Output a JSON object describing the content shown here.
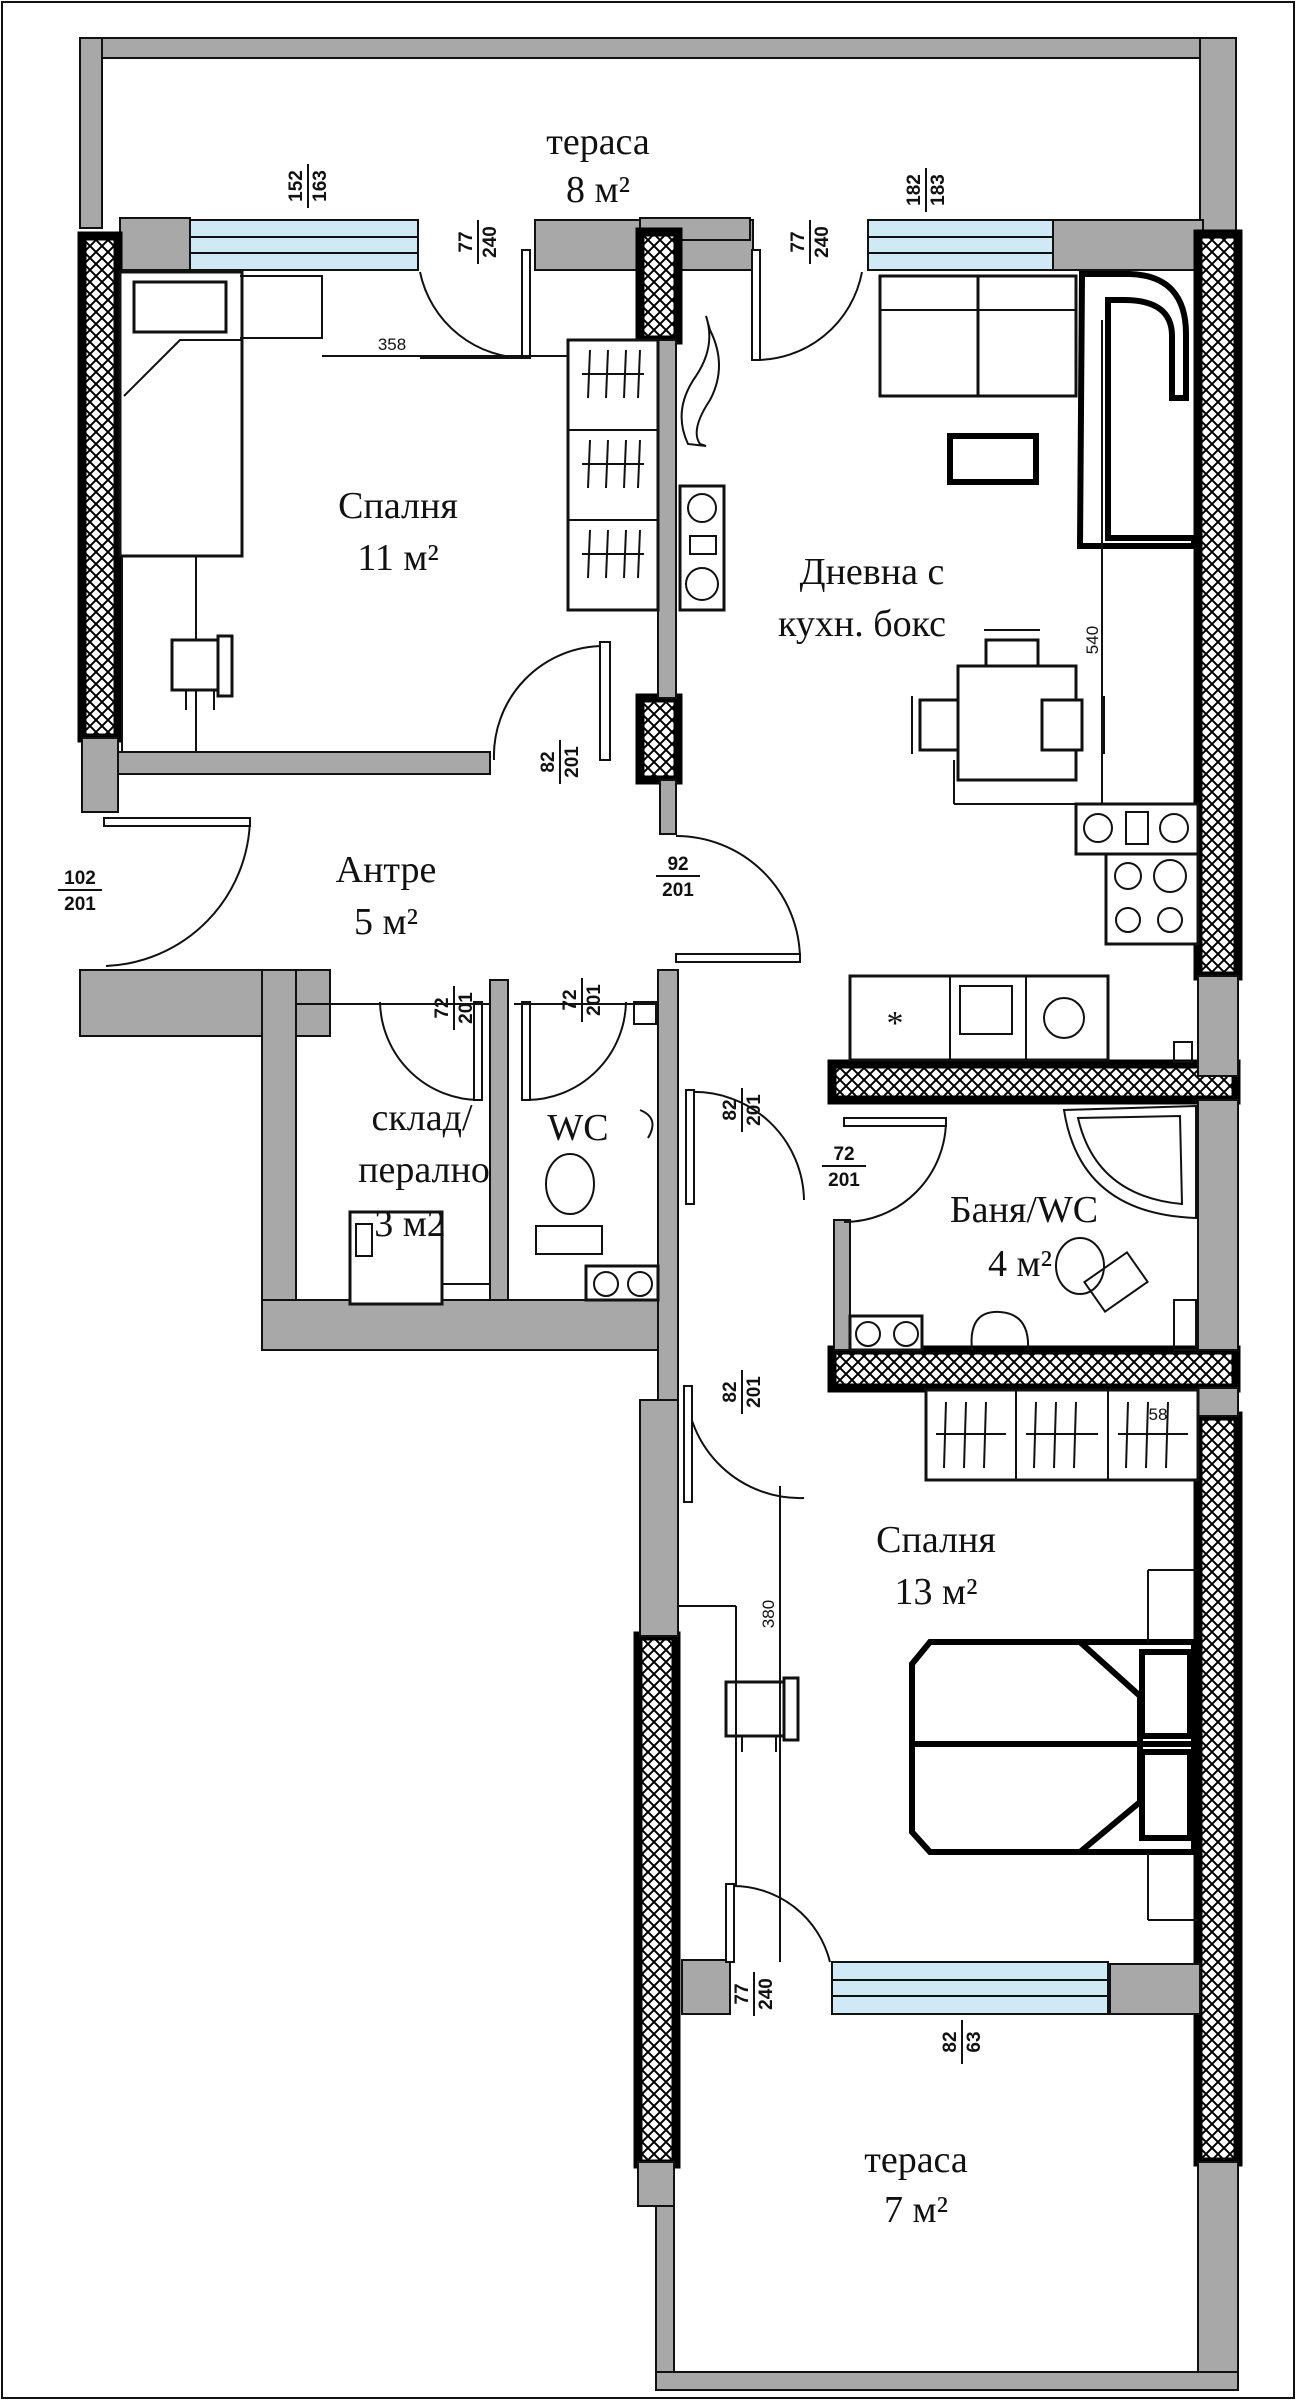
{
  "rooms": {
    "terrace_top": {
      "name": "тераса",
      "area": "8 м²"
    },
    "bedroom_1": {
      "name": "Спалня",
      "area": "11 м²"
    },
    "living": {
      "line1": "Дневна с",
      "line2": "кухн. бокс"
    },
    "hall": {
      "name": "Антре",
      "area": "5 м²"
    },
    "storage": {
      "line1": "склад/",
      "line2": "перално",
      "area": "3 м2"
    },
    "wc": {
      "name": "WC"
    },
    "bathroom": {
      "name": "Баня/WC",
      "area": "4 м²"
    },
    "bedroom_2": {
      "name": "Спалня",
      "area": "13 м²"
    },
    "terrace_bottom": {
      "name": "тераса",
      "area": "7 м²"
    }
  },
  "openings": {
    "win_bedroom1": {
      "w": "152",
      "h": "163"
    },
    "door_bedroom1_terrace": {
      "w": "77",
      "h": "240"
    },
    "door_living_terrace": {
      "w": "77",
      "h": "240"
    },
    "win_living": {
      "w": "182",
      "h": "183"
    },
    "door_bedroom1": {
      "w": "82",
      "h": "201"
    },
    "entrance": {
      "w": "102",
      "h": "201"
    },
    "door_living": {
      "w": "92",
      "h": "201"
    },
    "door_storage": {
      "w": "72",
      "h": "201"
    },
    "door_wc": {
      "w": "72",
      "h": "201"
    },
    "door_hall_side": {
      "w": "82",
      "h": "201"
    },
    "door_bath": {
      "w": "72",
      "h": "201"
    },
    "door_bedroom2": {
      "w": "82",
      "h": "201"
    },
    "door_bedroom2_terrace": {
      "w": "77",
      "h": "240"
    },
    "win_bedroom2": {
      "w": "82",
      "h": "63"
    }
  },
  "measurements": {
    "bedroom1_width": "358",
    "living_depth": "540",
    "bedroom2_depth": "380",
    "closet_depth": "58"
  }
}
